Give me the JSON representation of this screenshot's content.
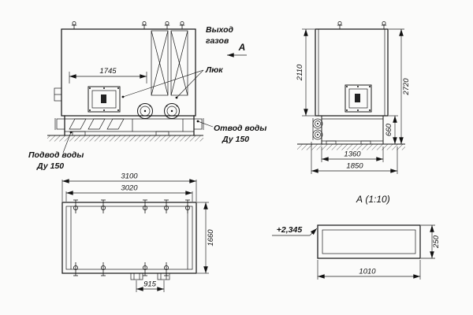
{
  "labels": {
    "gas_outlet_line1": "Выход",
    "gas_outlet_line2": "газов",
    "view_direction": "А",
    "manhole": "Люк",
    "water_outlet": "Отвод воды",
    "water_outlet_dn": "Ду 150",
    "water_inlet": "Подвод воды",
    "water_inlet_dn": "Ду 150",
    "section_title": "А  (1:10)",
    "elevation": "+2,345"
  },
  "dimensions": {
    "front_top_width": "1745",
    "side_body_height": "2110",
    "side_overall_height": "2720",
    "side_base_height": "660",
    "side_base_width": "1360",
    "side_overall_width": "1850",
    "plan_overall_length": "3100",
    "plan_inner_length": "3020",
    "plan_width": "1660",
    "plan_leg_spacing": "915",
    "section_length": "1010",
    "section_height": "250"
  }
}
